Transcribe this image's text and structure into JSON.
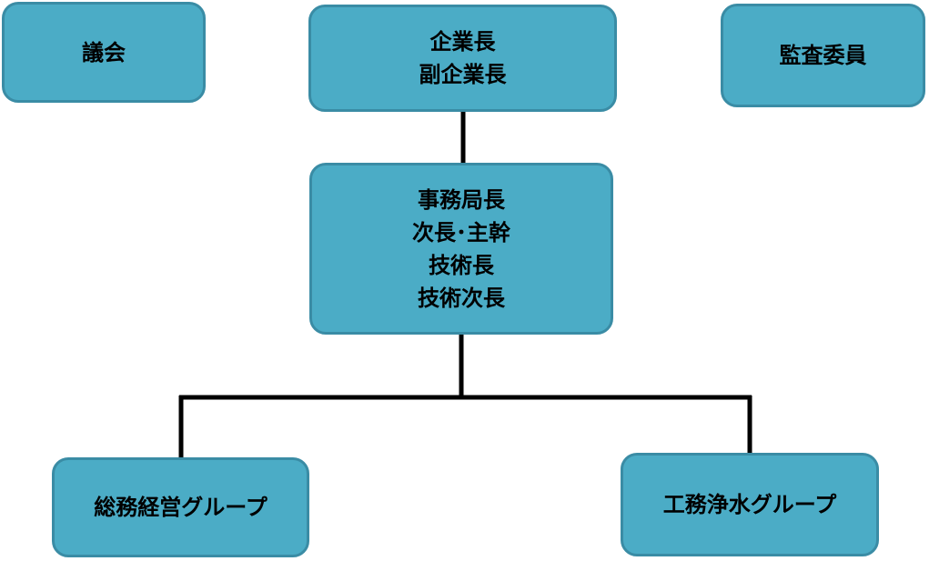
{
  "org_chart": {
    "council": {
      "lines": [
        "議会"
      ]
    },
    "executive": {
      "lines": [
        "企業長",
        "副企業長"
      ]
    },
    "auditor": {
      "lines": [
        "監査委員"
      ]
    },
    "secretariat": {
      "lines": [
        "事務局長",
        "次長･主幹",
        "技術長",
        "技術次長"
      ]
    },
    "general_affairs": {
      "lines": [
        "総務経営グループ"
      ]
    },
    "engineering": {
      "lines": [
        "工務浄水グループ"
      ]
    }
  },
  "colors": {
    "box_fill": "#4bacc6",
    "box_border": "#3a8ca5",
    "connector": "#000000"
  }
}
